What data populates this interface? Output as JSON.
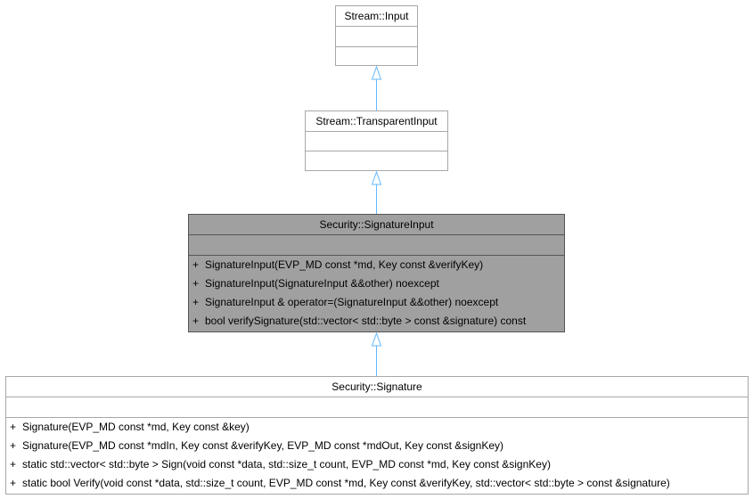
{
  "classes": {
    "input": {
      "name": "Stream::Input",
      "attributes": [],
      "methods": []
    },
    "transparent_input": {
      "name": "Stream::TransparentInput",
      "attributes": [],
      "methods": []
    },
    "signature_input": {
      "name": "Security::SignatureInput",
      "attributes": [],
      "methods": [
        {
          "vis": "+",
          "text": "SignatureInput(EVP_MD const *md, Key const &verifyKey)"
        },
        {
          "vis": "+",
          "text": "SignatureInput(SignatureInput &&other) noexcept"
        },
        {
          "vis": "+",
          "text": "SignatureInput & operator=(SignatureInput &&other) noexcept"
        },
        {
          "vis": "+",
          "text": "bool verifySignature(std::vector< std::byte > const &signature) const"
        }
      ]
    },
    "signature": {
      "name": "Security::Signature",
      "attributes": [],
      "methods": [
        {
          "vis": "+",
          "text": "Signature(EVP_MD const *md, Key const &key)"
        },
        {
          "vis": "+",
          "text": "Signature(EVP_MD const *mdIn, Key const &verifyKey, EVP_MD const *mdOut, Key const &signKey)"
        },
        {
          "vis": "+",
          "text": "static std::vector< std::byte > Sign(void const *data, std::size_t count, EVP_MD const *md, Key const &signKey)"
        },
        {
          "vis": "+",
          "text": "static bool Verify(void const *data, std::size_t count, EVP_MD const *md, Key const &verifyKey, std::vector< std::byte > const &signature)"
        }
      ]
    }
  },
  "colors": {
    "arrow": "#63b8ff",
    "current_fill": "#a0a0a0",
    "border": "#a8a8a8"
  }
}
